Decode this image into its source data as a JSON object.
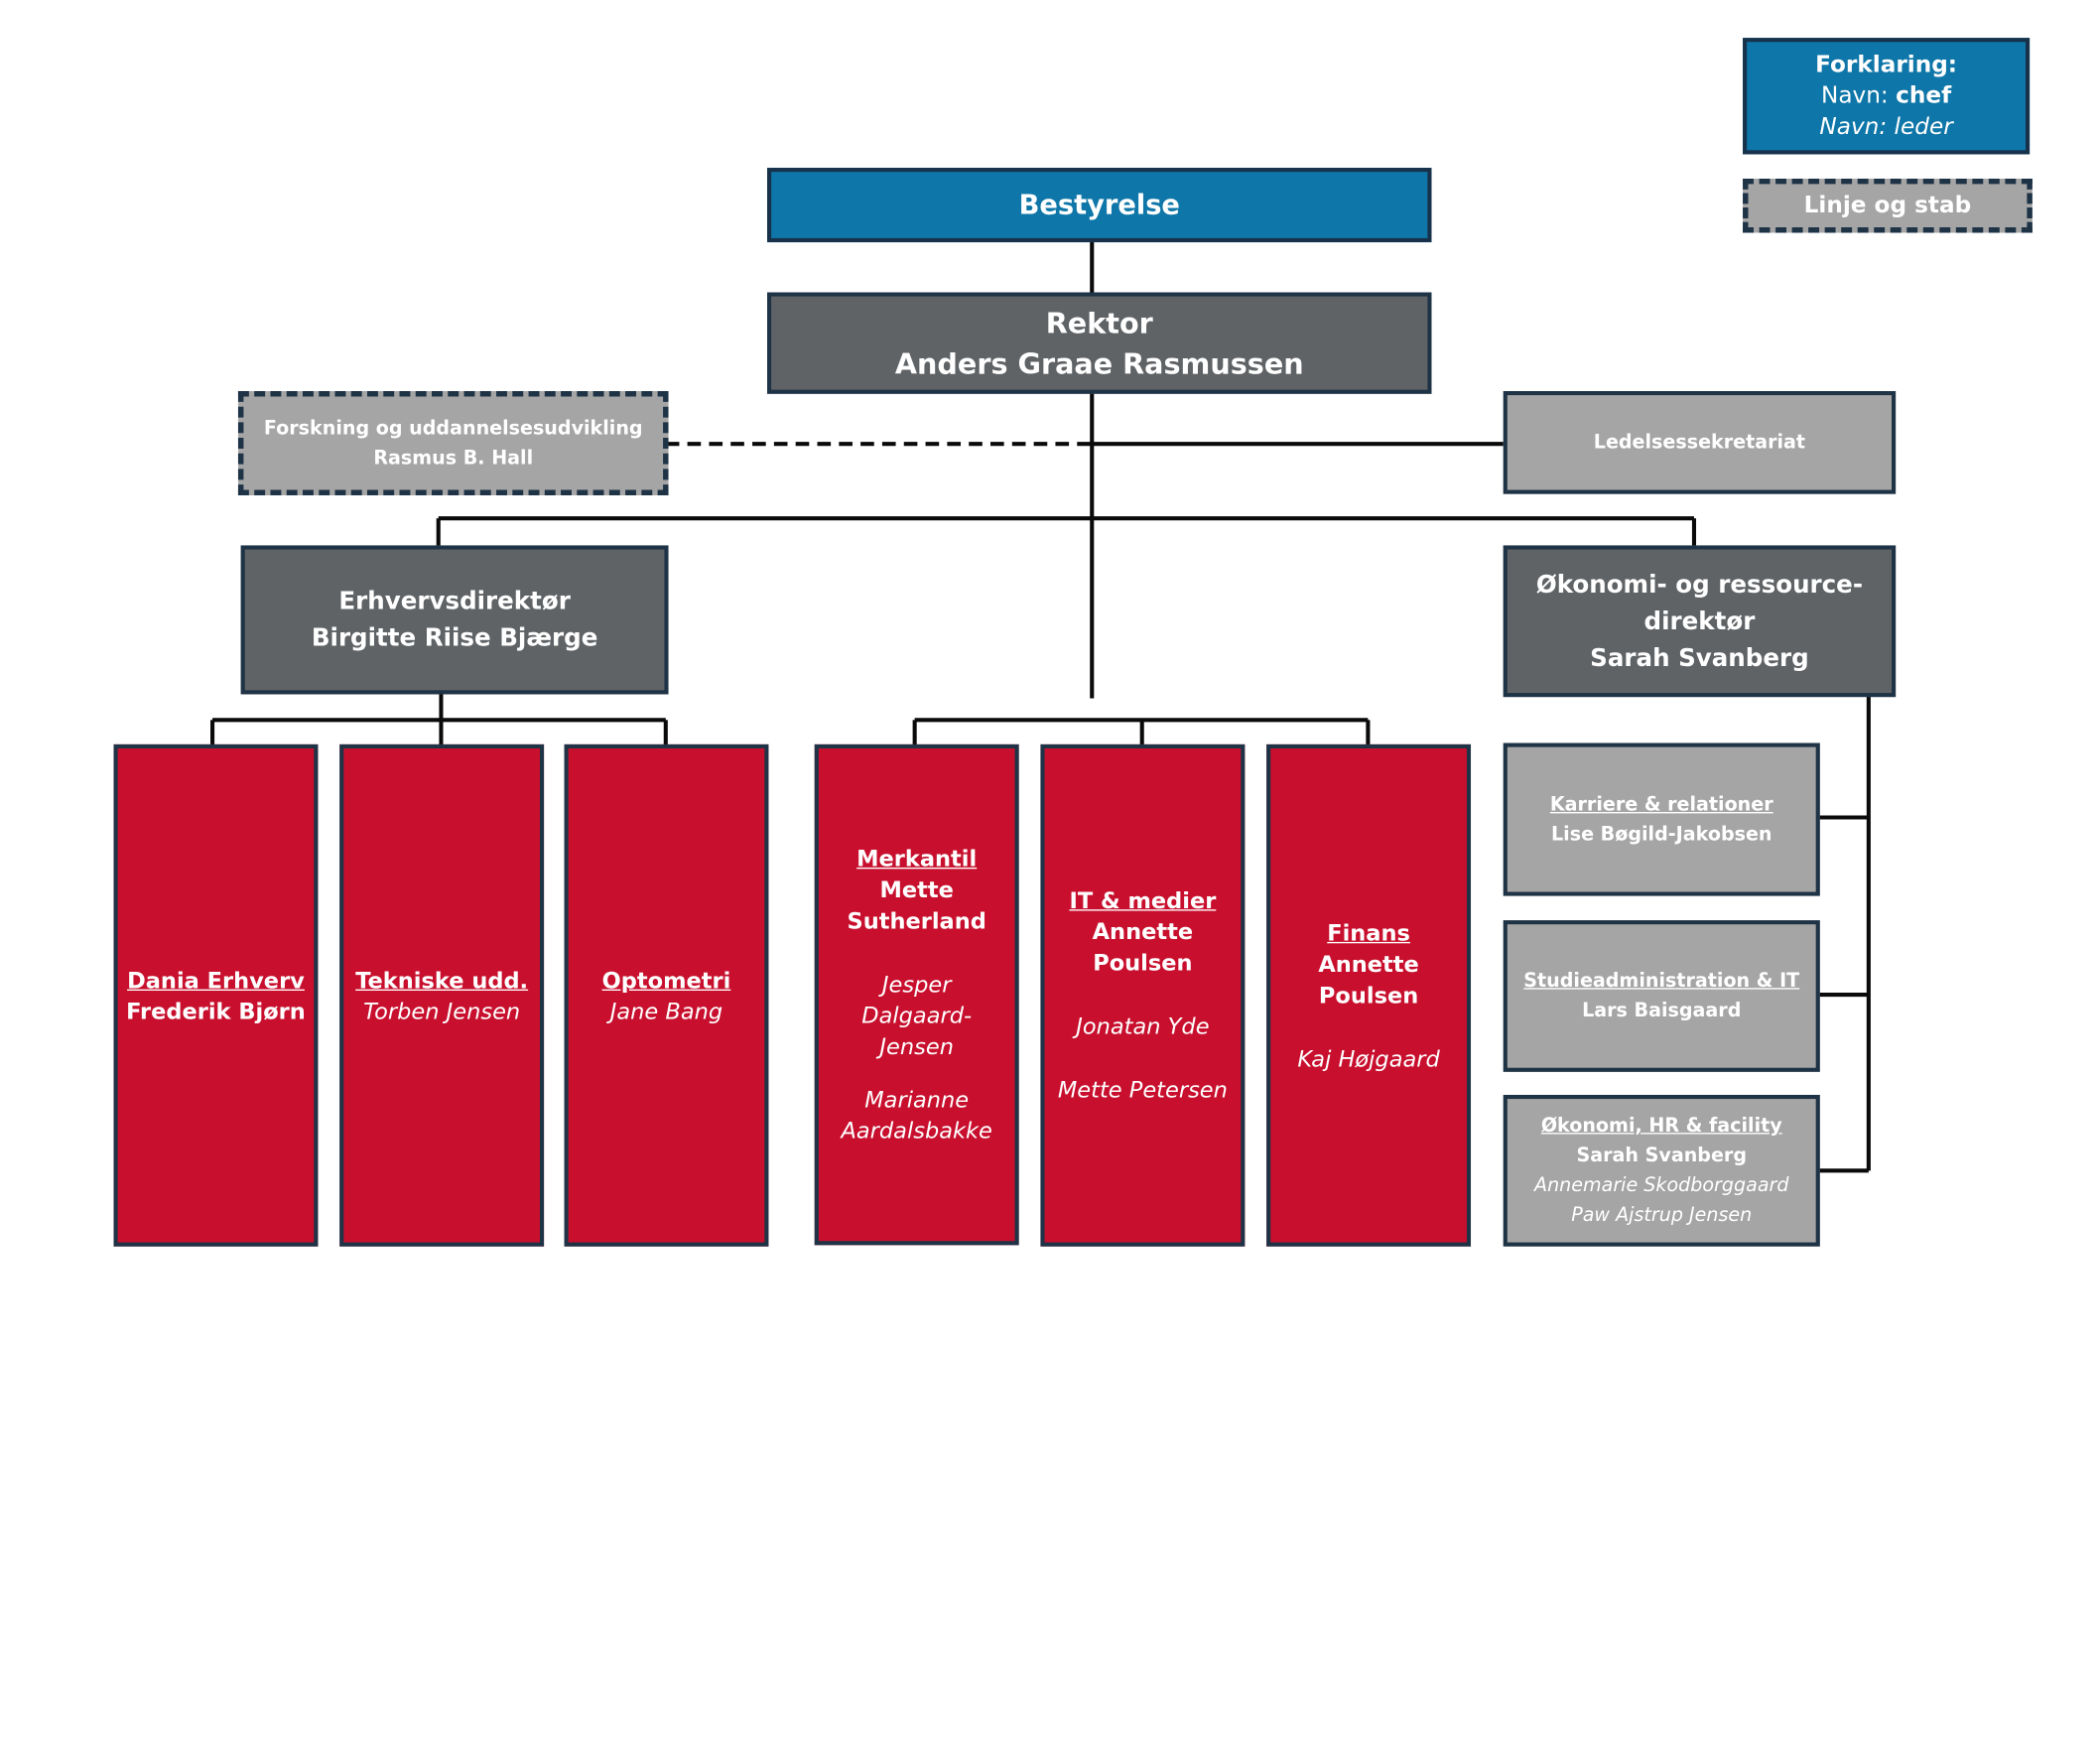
{
  "legend": {
    "title": "Forklaring:",
    "chef_prefix": "Navn: ",
    "chef_word": "chef",
    "leader": "Navn: leder",
    "staff": "Linje og stab"
  },
  "board": "Bestyrelse",
  "rector": {
    "title": "Rektor",
    "name": "Anders Graae Rasmussen"
  },
  "research": {
    "title": "Forskning og uddannelsesudvikling",
    "name": "Rasmus B. Hall"
  },
  "secretariat": "Ledelsessekretariat",
  "business_director": {
    "title": "Erhvervsdirektør",
    "name": "Birgitte Riise Bjærge"
  },
  "finance_director": {
    "line1": "Økonomi- og ressource-",
    "line2": "direktør",
    "name": "Sarah Svanberg"
  },
  "units": {
    "dania": {
      "title": "Dania Erhverv",
      "head": "Frederik Bjørn"
    },
    "teknisk": {
      "title": "Tekniske udd.",
      "leader": "Torben Jensen"
    },
    "optometri": {
      "title": "Optometri",
      "leader": "Jane Bang"
    },
    "merkantil": {
      "title": "Merkantil",
      "head1": "Mette",
      "head2": "Sutherland",
      "leader1a": "Jesper",
      "leader1b": "Dalgaard-",
      "leader1c": "Jensen",
      "leader2a": "Marianne",
      "leader2b": "Aardalsbakke"
    },
    "it": {
      "title": "IT & medier",
      "head1": "Annette",
      "head2": "Poulsen",
      "leader1": "Jonatan Yde",
      "leader2": "Mette Petersen"
    },
    "finans": {
      "title": "Finans",
      "head1": "Annette",
      "head2": "Poulsen",
      "leader1": "Kaj Højgaard"
    }
  },
  "staff_units": {
    "karriere": {
      "title": "Karriere & relationer",
      "name": "Lise Bøgild-Jakobsen"
    },
    "studie": {
      "title": "Studieadministration & IT",
      "name": "Lars Baisgaard"
    },
    "okonomi": {
      "title": "Økonomi, HR & facility",
      "head": "Sarah Svanberg",
      "leader1": "Annemarie Skodborggaard",
      "leader2": "Paw Ajstrup Jensen"
    }
  },
  "colors": {
    "board_blue": "#0e76a8",
    "director_grey": "#5f6366",
    "unit_red": "#c8102e",
    "staff_grey": "#a5a5a5",
    "line_dark": "#1f3346"
  }
}
